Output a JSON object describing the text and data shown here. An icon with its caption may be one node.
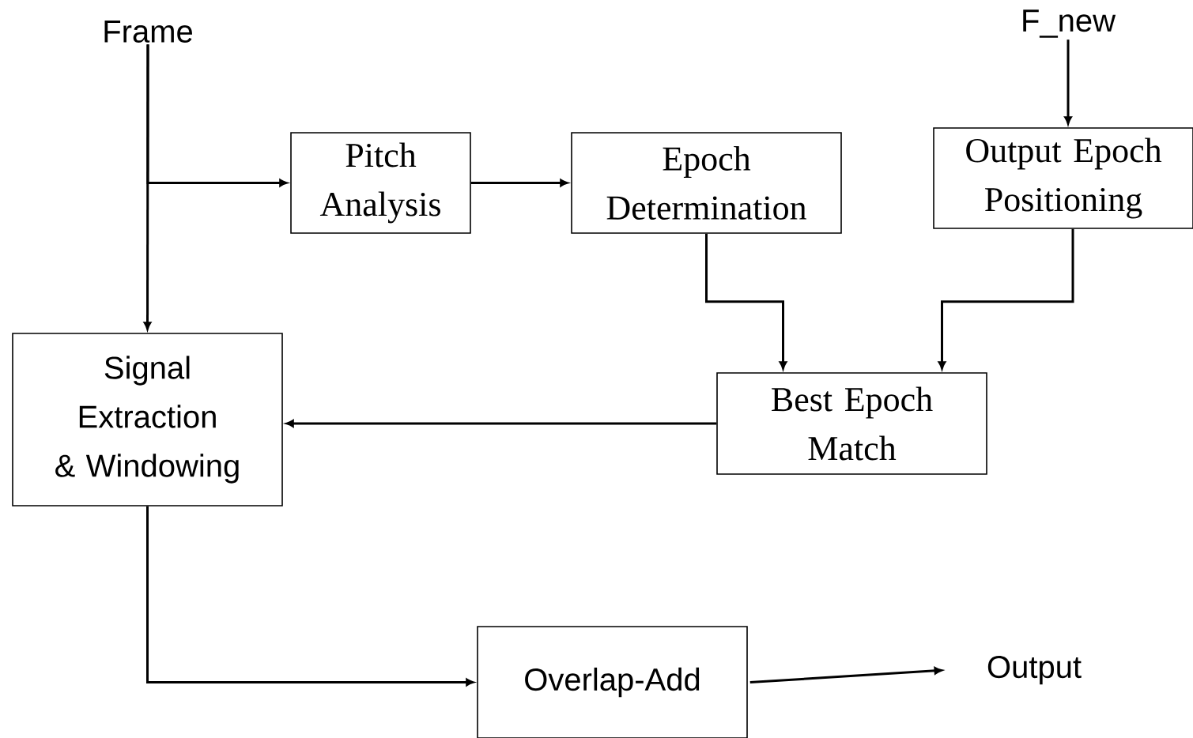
{
  "diagram": {
    "nodes": [
      {
        "text": [
          "Frame"
        ]
      },
      {
        "text": [
          "Pitch Analysis"
        ]
      },
      {
        "text": [
          "Epoch Determination"
        ]
      },
      {
        "text": [
          "F_new"
        ]
      },
      {
        "text": [
          "Output Epoch Positioning"
        ]
      },
      {
        "text": [
          "Signal Extraction & Windowing"
        ]
      },
      {
        "text": [
          "Best Epoch Match"
        ]
      },
      {
        "text": [
          "Overlap-Add"
        ]
      },
      {
        "text": [
          "Output"
        ]
      }
    ],
    "edges": [
      {
        "from": 0,
        "to": 1,
        "arrow": "to"
      },
      {
        "from": 0,
        "to": 5,
        "arrow": "to"
      },
      {
        "from": 1,
        "to": 2,
        "arrow": "to"
      },
      {
        "from": 3,
        "to": 4,
        "arrow": "to"
      },
      {
        "from": 2,
        "to": 6,
        "arrow": "to"
      },
      {
        "from": 4,
        "to": 6,
        "arrow": "to"
      },
      {
        "from": 6,
        "to": 5,
        "arrow": "to"
      },
      {
        "from": 5,
        "to": 7,
        "arrow": "to"
      },
      {
        "from": 7,
        "to": 8,
        "arrow": "to"
      }
    ]
  }
}
